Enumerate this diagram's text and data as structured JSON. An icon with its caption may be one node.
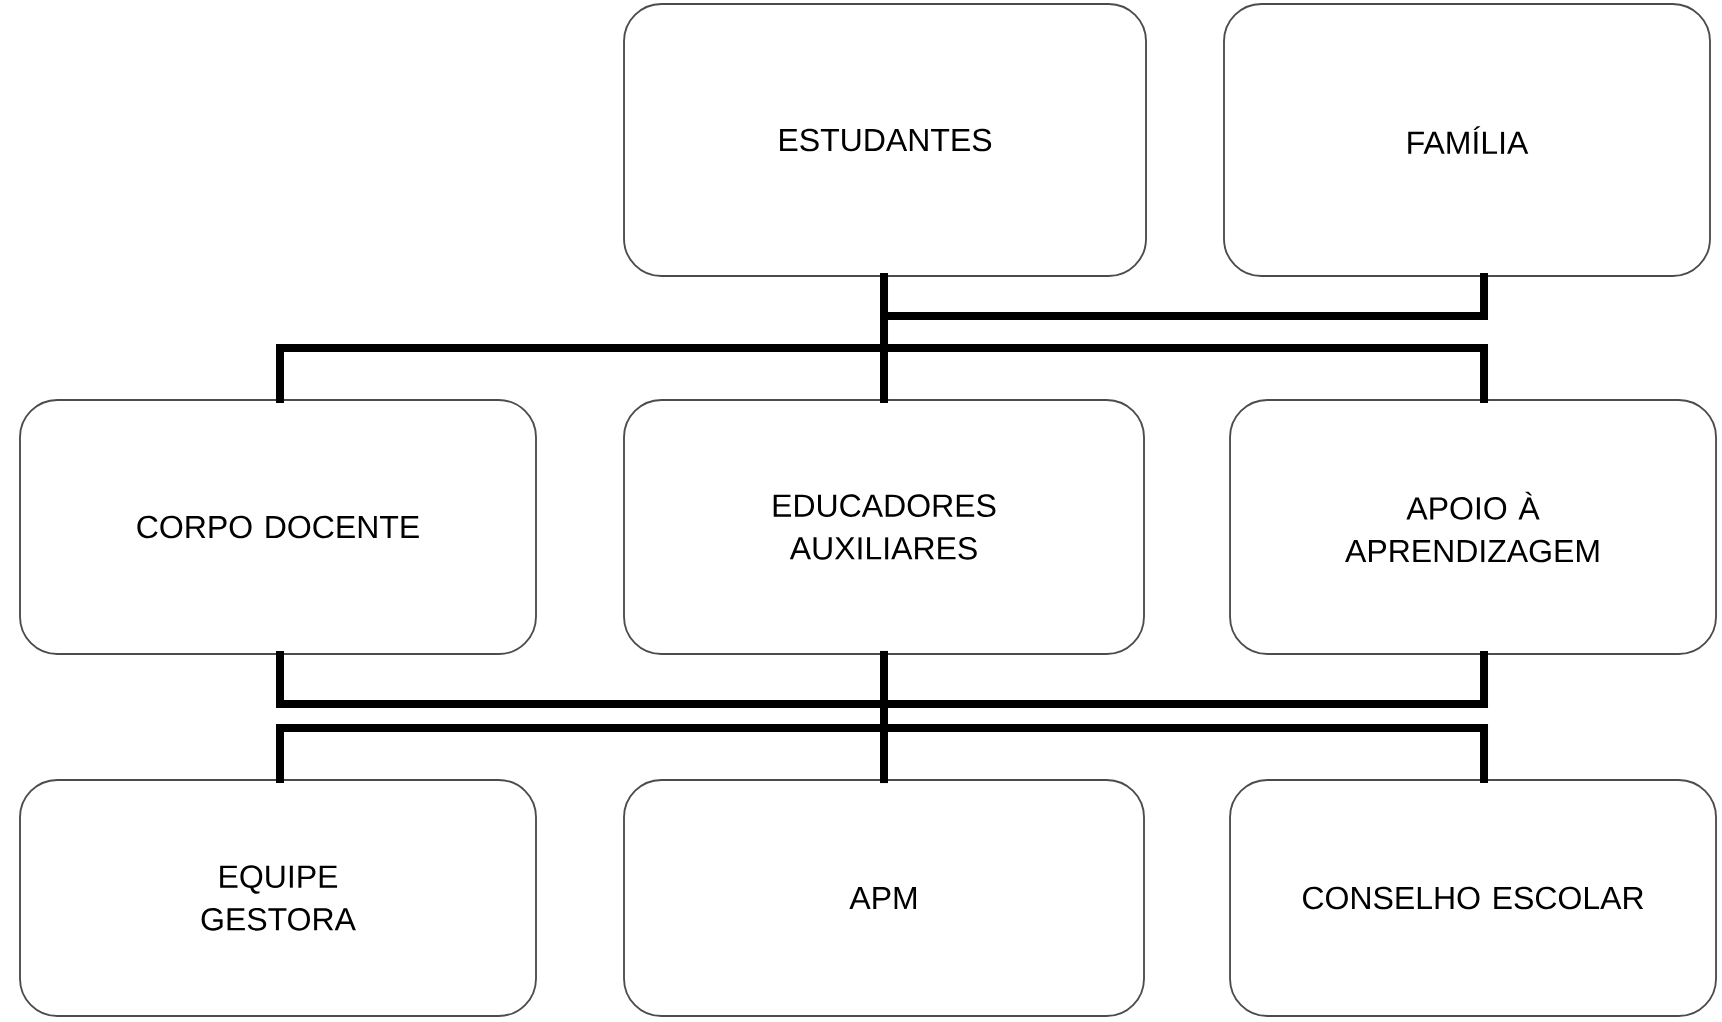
{
  "diagram": {
    "nodes": [
      {
        "text": [
          "ESTUDANTES"
        ]
      },
      {
        "text": [
          "FAMÍLIA"
        ]
      },
      {
        "text": [
          "CORPO DOCENTE"
        ]
      },
      {
        "text": [
          "EDUCADORES AUXILIARES"
        ]
      },
      {
        "text": [
          "APOIO À APRENDIZAGEM"
        ]
      },
      {
        "text": [
          "EQUIPE GESTORA"
        ]
      },
      {
        "text": [
          "APM"
        ]
      },
      {
        "text": [
          "CONSELHO ESCOLAR"
        ]
      }
    ],
    "edges": [
      {
        "from": 1,
        "to": 0,
        "arrow": "none"
      },
      {
        "from": 0,
        "to": 2,
        "arrow": "none"
      },
      {
        "from": 0,
        "to": 3,
        "arrow": "none"
      },
      {
        "from": 0,
        "to": 4,
        "arrow": "none"
      },
      {
        "from": 2,
        "to": 5,
        "arrow": "none"
      },
      {
        "from": 2,
        "to": 6,
        "arrow": "none"
      },
      {
        "from": 2,
        "to": 7,
        "arrow": "none"
      },
      {
        "from": 3,
        "to": 5,
        "arrow": "none"
      },
      {
        "from": 3,
        "to": 6,
        "arrow": "none"
      },
      {
        "from": 3,
        "to": 7,
        "arrow": "none"
      },
      {
        "from": 4,
        "to": 5,
        "arrow": "none"
      },
      {
        "from": 4,
        "to": 6,
        "arrow": "none"
      },
      {
        "from": 4,
        "to": 7,
        "arrow": "none"
      }
    ]
  }
}
